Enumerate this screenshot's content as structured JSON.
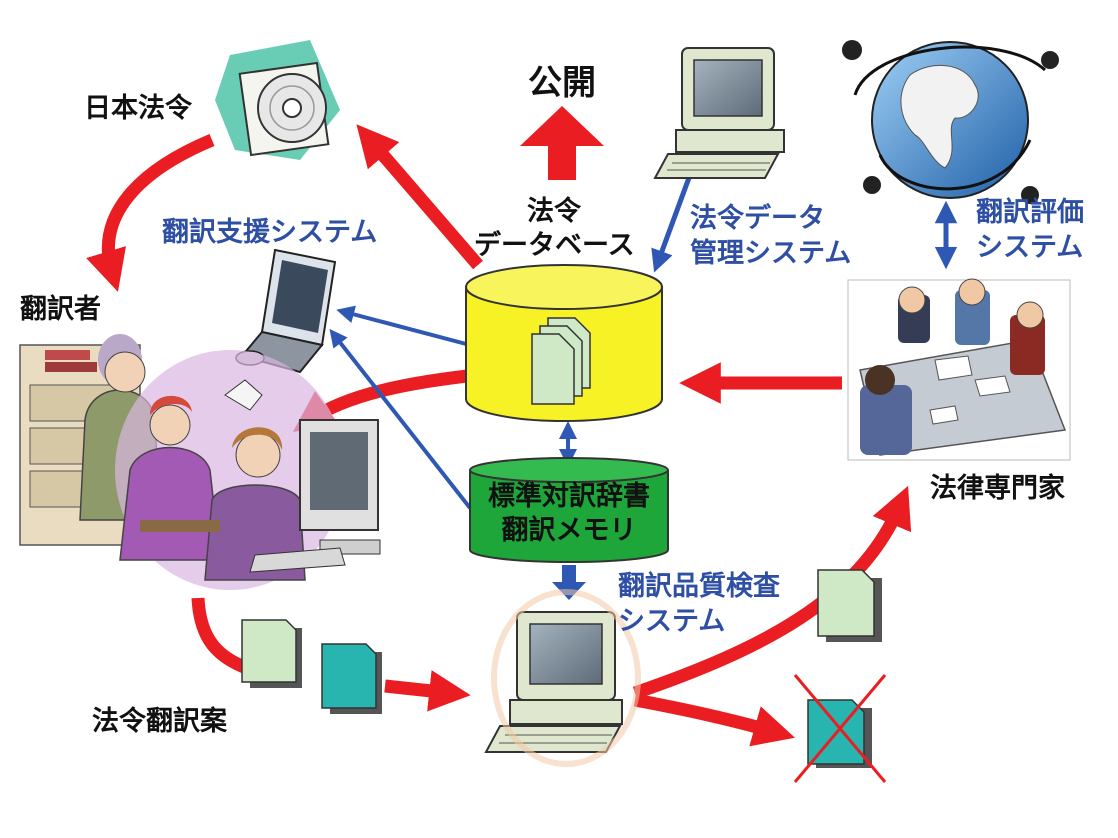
{
  "colors": {
    "red_arrow": "#ea1e22",
    "blue_arrow": "#2f58b5",
    "database_fill": "#f6f226",
    "dictionary_fill": "#1ea63a",
    "document_light": "#cfe8c6",
    "document_teal": "#28b5b0",
    "label_blue": "#2e4fa3",
    "label_black": "#111111"
  },
  "labels": {
    "nihon_horei": "日本法令",
    "kokai": "公開",
    "horei_db_line1": "法令",
    "horei_db_line2": "データベース",
    "honyaku_shien": "翻訳支援システム",
    "horei_data_line1": "法令データ",
    "horei_data_line2": "管理システム",
    "honyaku_hyoka_line1": "翻訳評価",
    "honyaku_hyoka_line2": "システム",
    "honyakusha": "翻訳者",
    "hyojun_line1": "標準対訳辞書",
    "hyojun_line2": "翻訳メモリ",
    "hinshitsu_line1": "翻訳品質検査",
    "hinshitsu_line2": "システム",
    "horitsu_senmonka": "法律専門家",
    "horei_honyakuan": "法令翻訳案"
  },
  "icons": {
    "cd": "cd-disc-icon",
    "globe": "globe-icon",
    "laptop": "laptop-icon",
    "computer": "desktop-computer-icon",
    "documents": "document-stack-icon",
    "translators": "translators-office-illustration",
    "experts": "meeting-experts-illustration",
    "rejected": "rejected-document-icon"
  }
}
